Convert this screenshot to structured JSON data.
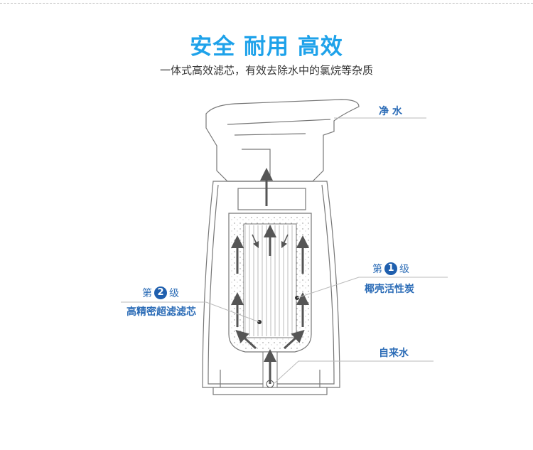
{
  "header": {
    "title": "安全 耐用 高效",
    "subtitle": "一体式高效滤芯，有效去除水中的氯烷等杂质"
  },
  "labels": {
    "pure_water": "净  水",
    "stage1": {
      "prefix": "第",
      "num": "1",
      "suffix": "级",
      "name": "椰壳活性炭"
    },
    "stage2": {
      "prefix": "第",
      "num": "2",
      "suffix": "级",
      "name": "高精密超滤滤芯"
    },
    "tap_water": "自来水"
  },
  "colors": {
    "title": "#1ea2ea",
    "label": "#2a6bb6"
  }
}
